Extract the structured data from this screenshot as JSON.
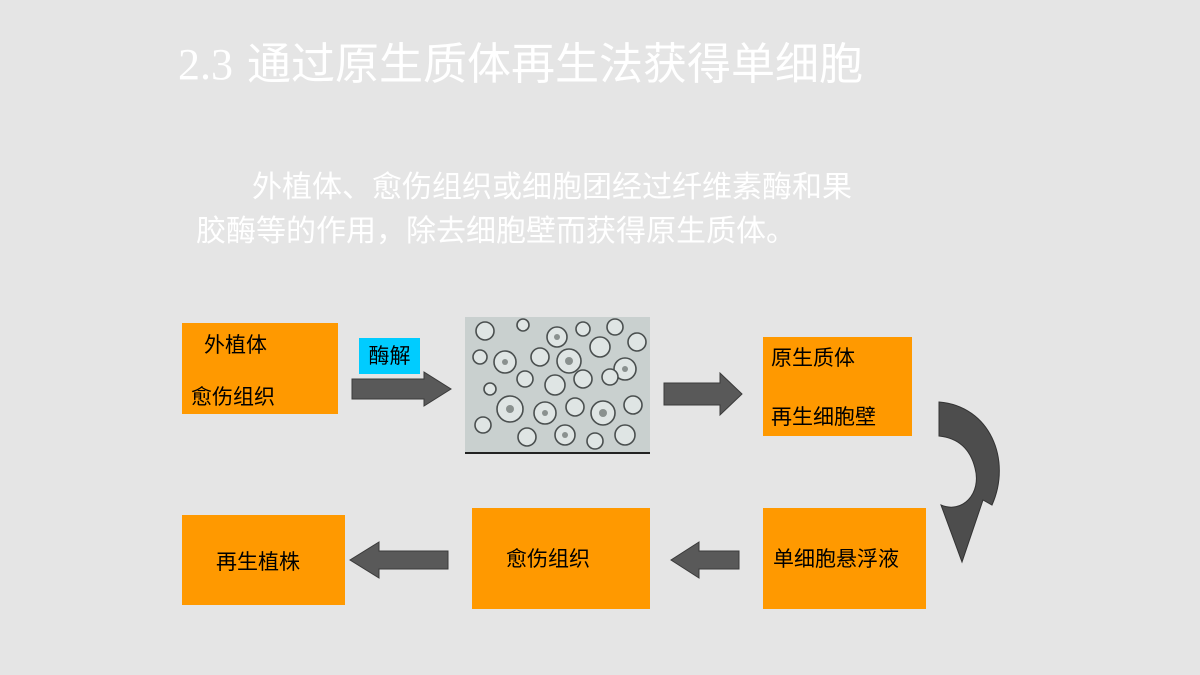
{
  "title": {
    "number": "2.3",
    "text": "通过原生质体再生法获得单细胞"
  },
  "body": {
    "line1": "外植体、愈伤组织或细胞团经过纤维素酶和果",
    "line2": "胶酶等的作用，除去细胞壁而获得原生质体。"
  },
  "diagram": {
    "explant_box": {
      "line1": "外植体",
      "line2": "愈伤组织"
    },
    "enzyme_label": "酶解",
    "protoplast_box": {
      "line1": "原生质体",
      "line2": "再生细胞壁"
    },
    "suspension_box": "单细胞悬浮液",
    "callus_box": "愈伤组织",
    "plant_box": "再生植株"
  },
  "colors": {
    "box": "#ff9900",
    "tag": "#00ccff",
    "arrow": "#595959",
    "background": "#e5e5e5"
  }
}
